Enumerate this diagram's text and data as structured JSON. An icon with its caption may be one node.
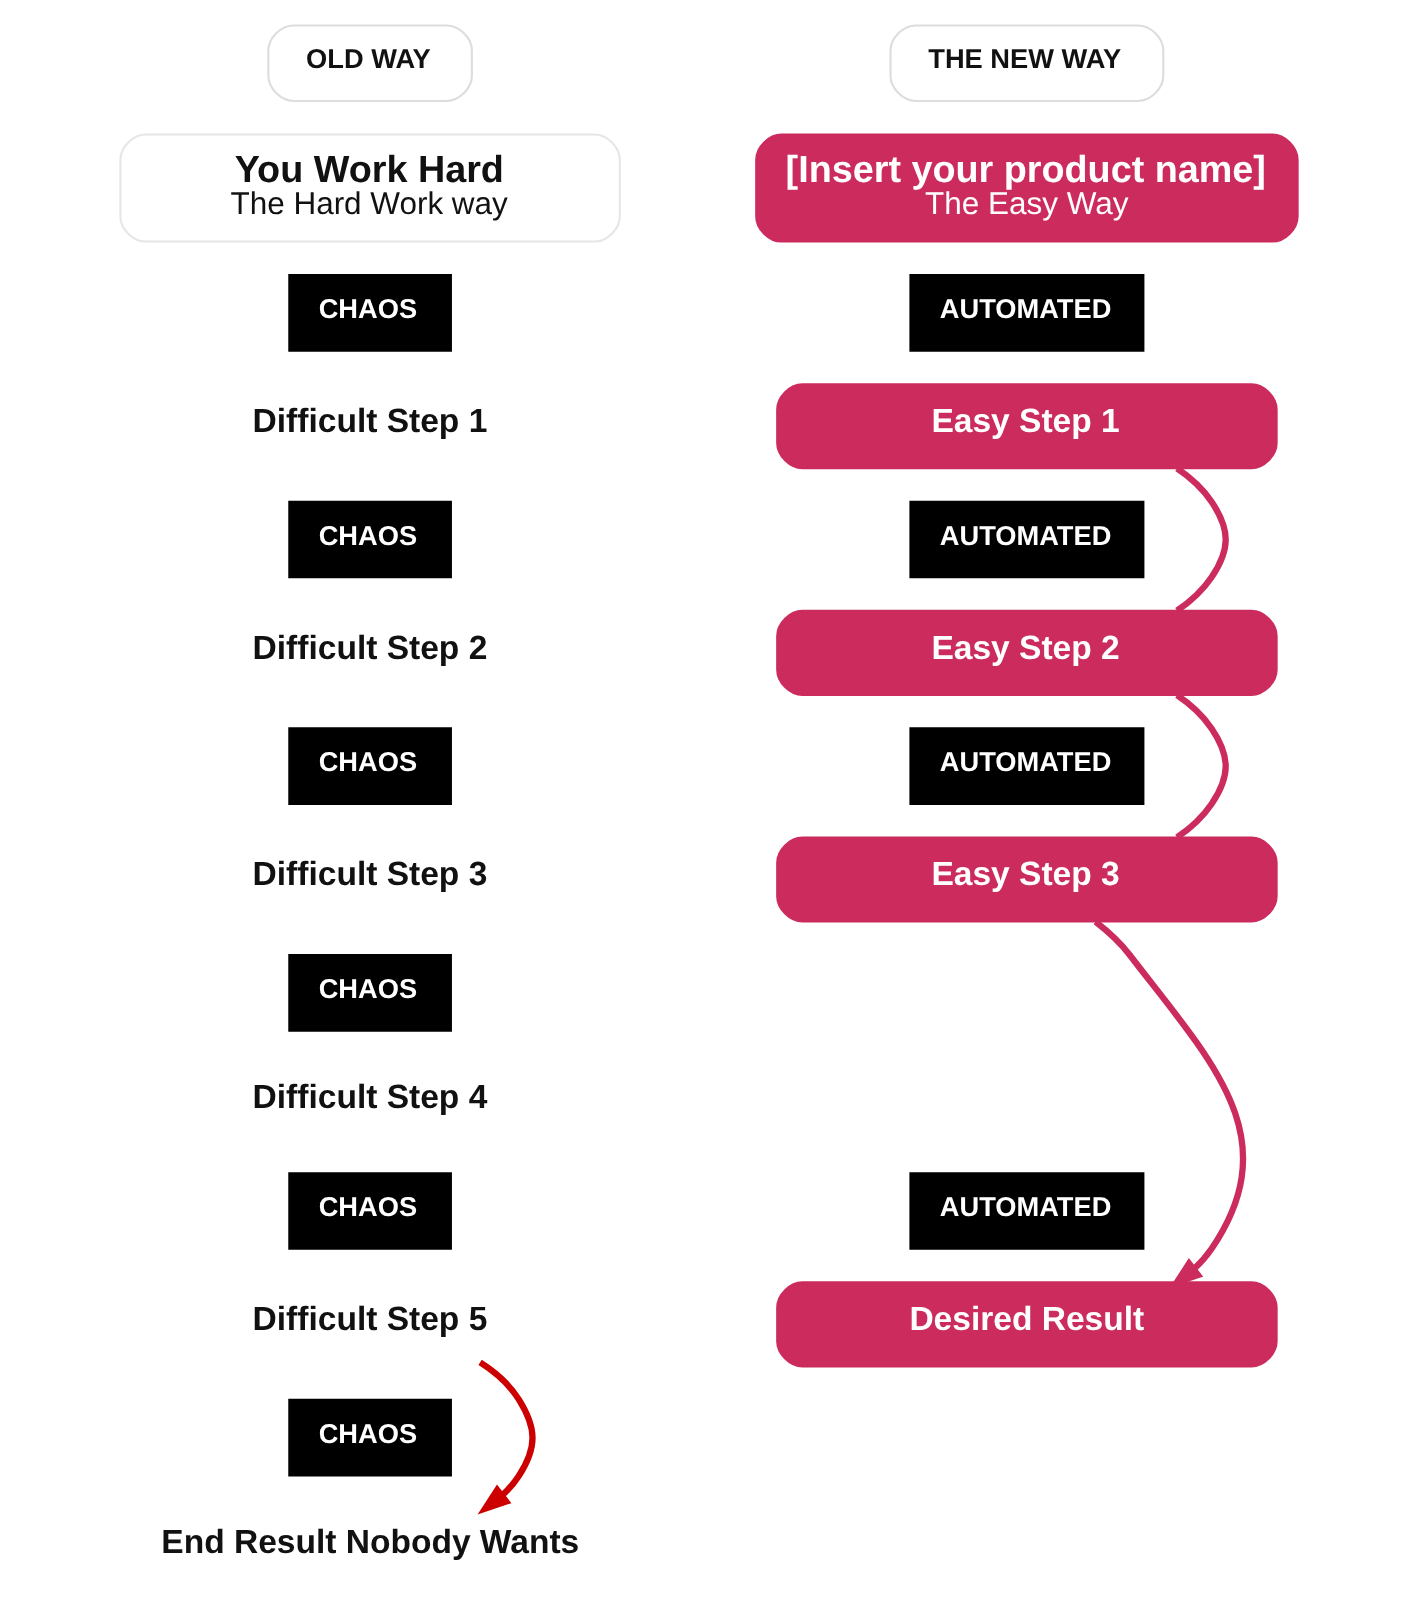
{
  "diagram": {
    "nodes": [
      {
        "text": [
          "OLD WAY"
        ]
      },
      {
        "text": [
          "You Work Hard",
          "The Hard Work way"
        ]
      },
      {
        "text": [
          "CHAOS"
        ]
      },
      {
        "text": [
          "Difficult Step 1"
        ]
      },
      {
        "text": [
          "CHAOS"
        ]
      },
      {
        "text": [
          "Difficult Step 2"
        ]
      },
      {
        "text": [
          "CHAOS"
        ]
      },
      {
        "text": [
          "Difficult Step 3"
        ]
      },
      {
        "text": [
          "CHAOS"
        ]
      },
      {
        "text": [
          "Difficult Step 4"
        ]
      },
      {
        "text": [
          "CHAOS"
        ]
      },
      {
        "text": [
          "Difficult Step 5"
        ]
      },
      {
        "text": [
          "CHAOS"
        ]
      },
      {
        "text": [
          "End Result Nobody Wants"
        ]
      },
      {
        "text": [
          "THE NEW WAY"
        ]
      },
      {
        "text": [
          "[Insert your product name]",
          "The Easy Way"
        ]
      },
      {
        "text": [
          "AUTOMATED"
        ]
      },
      {
        "text": [
          "Easy Step 1"
        ]
      },
      {
        "text": [
          "AUTOMATED"
        ]
      },
      {
        "text": [
          "Easy Step 2"
        ]
      },
      {
        "text": [
          "AUTOMATED"
        ]
      },
      {
        "text": [
          "Easy Step 3"
        ]
      },
      {
        "text": [
          "AUTOMATED"
        ]
      },
      {
        "text": [
          "Desired Result"
        ]
      }
    ],
    "edges": [
      {
        "from": 11,
        "to": 13,
        "arrow": "to",
        "color": "#cc0000"
      },
      {
        "from": 17,
        "to": 19,
        "arrow": "none"
      },
      {
        "from": 19,
        "to": 21,
        "arrow": "none"
      },
      {
        "from": 21,
        "to": 23,
        "arrow": "to"
      }
    ]
  }
}
